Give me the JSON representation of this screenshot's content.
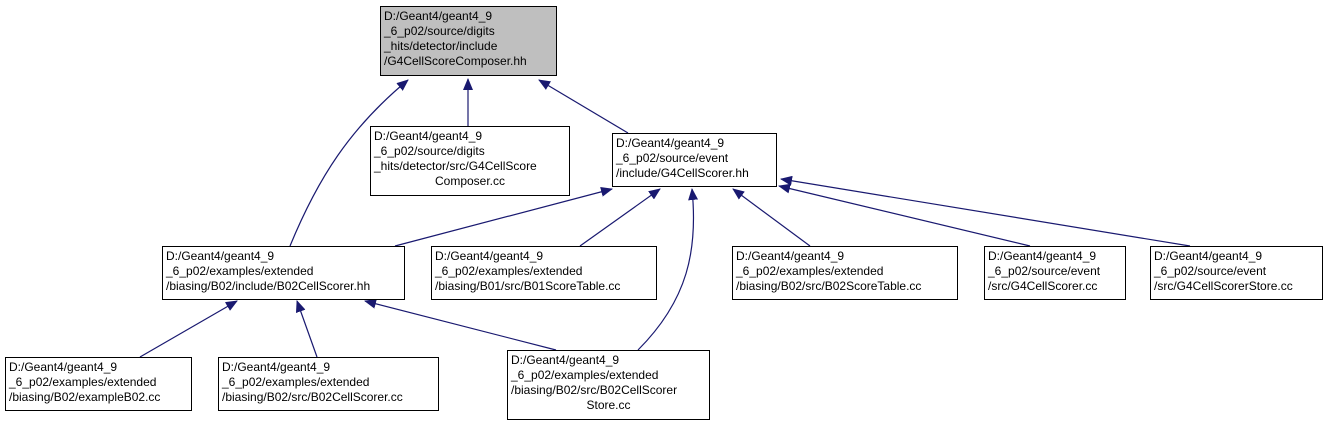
{
  "colors": {
    "edge": "#191970",
    "root_fill": "#bfbfbf",
    "node_fill": "#ffffff",
    "border": "#000000"
  },
  "nodes": [
    {
      "id": "n0",
      "lines": [
        "D:/Geant4/geant4_9",
        "_6_p02/source/digits",
        "_hits/detector/include",
        "/G4CellScoreComposer.hh"
      ]
    },
    {
      "id": "n1",
      "lines": [
        "D:/Geant4/geant4_9",
        "_6_p02/source/digits",
        "_hits/detector/src/G4CellScore",
        "Composer.cc"
      ]
    },
    {
      "id": "n2",
      "lines": [
        "D:/Geant4/geant4_9",
        "_6_p02/source/event",
        "/include/G4CellScorer.hh"
      ]
    },
    {
      "id": "n3",
      "lines": [
        "D:/Geant4/geant4_9",
        "_6_p02/examples/extended",
        "/biasing/B02/include/B02CellScorer.hh"
      ]
    },
    {
      "id": "n4",
      "lines": [
        "D:/Geant4/geant4_9",
        "_6_p02/examples/extended",
        "/biasing/B01/src/B01ScoreTable.cc"
      ]
    },
    {
      "id": "n5",
      "lines": [
        "D:/Geant4/geant4_9",
        "_6_p02/examples/extended",
        "/biasing/B02/src/B02ScoreTable.cc"
      ]
    },
    {
      "id": "n6",
      "lines": [
        "D:/Geant4/geant4_9",
        "_6_p02/source/event",
        "/src/G4CellScorer.cc"
      ]
    },
    {
      "id": "n7",
      "lines": [
        "D:/Geant4/geant4_9",
        "_6_p02/source/event",
        "/src/G4CellScorerStore.cc"
      ]
    },
    {
      "id": "n8",
      "lines": [
        "D:/Geant4/geant4_9",
        "_6_p02/examples/extended",
        "/biasing/B02/exampleB02.cc"
      ]
    },
    {
      "id": "n9",
      "lines": [
        "D:/Geant4/geant4_9",
        "_6_p02/examples/extended",
        "/biasing/B02/src/B02CellScorer.cc"
      ]
    },
    {
      "id": "n10",
      "lines": [
        "D:/Geant4/geant4_9",
        "_6_p02/examples/extended",
        "/biasing/B02/src/B02CellScorer",
        "Store.cc"
      ]
    }
  ],
  "edges": [
    {
      "from": "n1",
      "to": "n0"
    },
    {
      "from": "n2",
      "to": "n0"
    },
    {
      "from": "n3",
      "to": "n0"
    },
    {
      "from": "n3",
      "to": "n2"
    },
    {
      "from": "n4",
      "to": "n2"
    },
    {
      "from": "n5",
      "to": "n2"
    },
    {
      "from": "n6",
      "to": "n2"
    },
    {
      "from": "n7",
      "to": "n2"
    },
    {
      "from": "n10",
      "to": "n2"
    },
    {
      "from": "n8",
      "to": "n3"
    },
    {
      "from": "n9",
      "to": "n3"
    },
    {
      "from": "n10",
      "to": "n3"
    }
  ]
}
